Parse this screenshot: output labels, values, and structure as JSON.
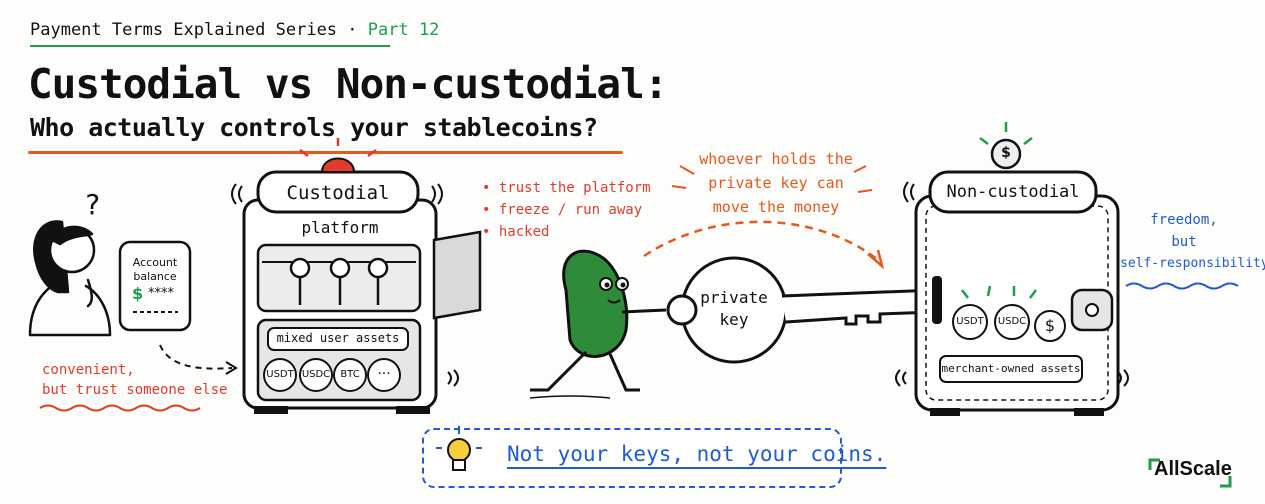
{
  "header": {
    "series_label": "Payment Terms Explained Series · ",
    "series_part": "Part 12",
    "title": "Custodial vs Non-custodial:",
    "subtitle": "Who actually controls your stablecoins?"
  },
  "left_scene": {
    "question_mark": "?",
    "phone_label_1": "Account",
    "phone_label_2": "balance",
    "phone_currency": "$",
    "phone_value": "****",
    "caption_1": "convenient,",
    "caption_2": "but trust someone else"
  },
  "custodial": {
    "label": "Custodial",
    "sublabel": "platform",
    "assets_label": "mixed user assets",
    "coins": [
      "USDT",
      "USDC",
      "BTC",
      "···"
    ],
    "risks": [
      "• trust the platform",
      "• freeze / run away",
      "• hacked"
    ]
  },
  "middle": {
    "note_1": "whoever holds the",
    "note_2": "private key can",
    "note_3": "move the money",
    "key_label_1": "private",
    "key_label_2": "key"
  },
  "non_custodial": {
    "label": "Non-custodial",
    "coins": [
      "USDT",
      "USDC",
      "$"
    ],
    "top_coin": "$",
    "assets_label": "merchant-owned assets",
    "note_1": "freedom,",
    "note_2": "but",
    "note_3": "self-responsibility"
  },
  "tip": {
    "text": "Not your keys, not your coins."
  },
  "brand": {
    "name": "AllScale"
  },
  "colors": {
    "accent_green": "#1f9d4b",
    "accent_orange": "#e8581c",
    "accent_red": "#e23b2e",
    "accent_blue": "#1f5bd6"
  }
}
